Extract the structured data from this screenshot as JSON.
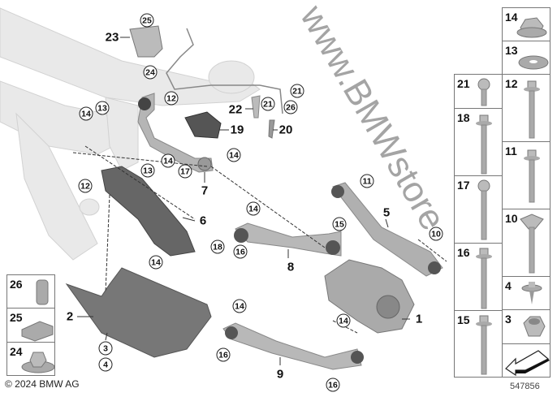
{
  "callouts_plain": [
    "23",
    "22",
    "19",
    "20",
    "7",
    "6",
    "5",
    "8",
    "2",
    "1",
    "9"
  ],
  "callouts_circled": [
    "25",
    "24",
    "21",
    "21",
    "26",
    "12",
    "13",
    "14",
    "14",
    "13",
    "17",
    "14",
    "12",
    "11",
    "14",
    "15",
    "16",
    "10",
    "18",
    "14",
    "14",
    "16",
    "14",
    "16",
    "3",
    "4"
  ],
  "side_boxes_right": [
    "14",
    "13",
    "12",
    "11",
    "10",
    "4",
    "3"
  ],
  "side_boxes_middle": [
    "21",
    "18",
    "17",
    "16",
    "15"
  ],
  "side_boxes_left": [
    "26",
    "25",
    "24"
  ],
  "watermark": "www.BMWstore",
  "copyright": "© 2024 BMW AG",
  "reference_number": "547856"
}
